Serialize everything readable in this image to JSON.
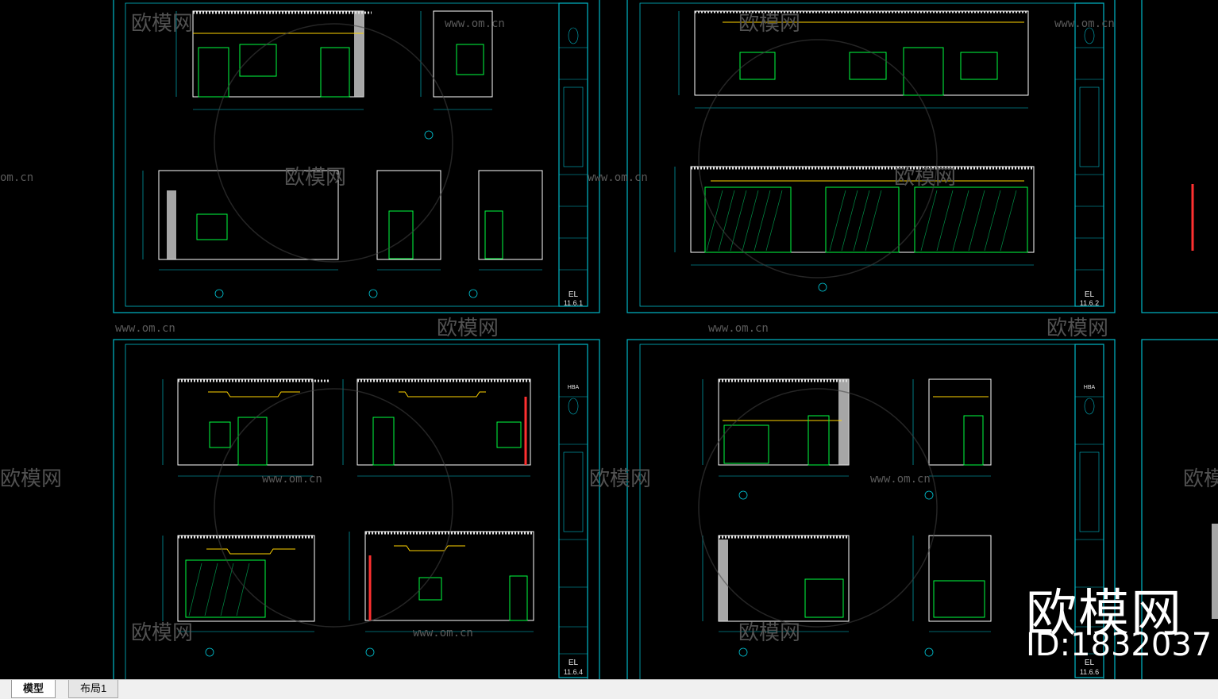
{
  "tabs": [
    {
      "label": "模型",
      "active": true
    },
    {
      "label": "布局1",
      "active": false
    }
  ],
  "sheets": [
    {
      "code": "EL",
      "number": "11.6.1"
    },
    {
      "code": "EL",
      "number": "11.6.2"
    },
    {
      "code": "EL",
      "number": "11.6.4"
    },
    {
      "code": "EL",
      "number": "11.6.6"
    }
  ],
  "logo_text": "HBA",
  "watermark": {
    "brand": "欧模网",
    "url": "www.om.cn",
    "short_url": "om.cn",
    "id_text": "ID:1832037"
  },
  "colors": {
    "background": "#000000",
    "frame": "#00c8d8",
    "wall": "#ffffff",
    "door": "#00ff40",
    "trim": "#ffd400",
    "accent": "#ff3030"
  }
}
